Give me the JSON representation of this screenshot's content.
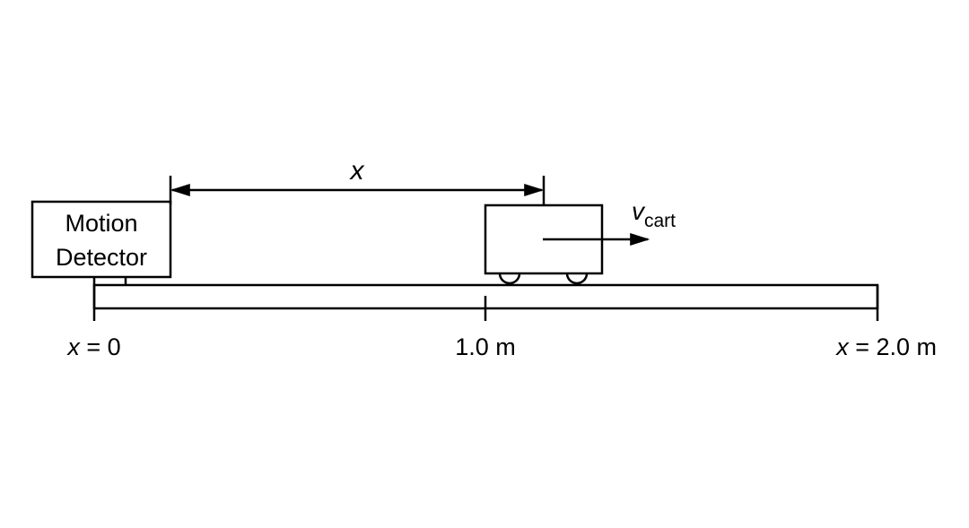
{
  "diagram": {
    "detector_label_line1": "Motion",
    "detector_label_line2": "Detector",
    "distance_label": "x",
    "velocity_symbol": "v",
    "velocity_subscript": "cart",
    "marks": {
      "start_var": "x",
      "start_rest": " = 0",
      "mid": "1.0 m",
      "end_var": "x",
      "end_rest": " = 2.0 m"
    }
  },
  "colors": {
    "ink": "#000000",
    "background": "#ffffff"
  }
}
